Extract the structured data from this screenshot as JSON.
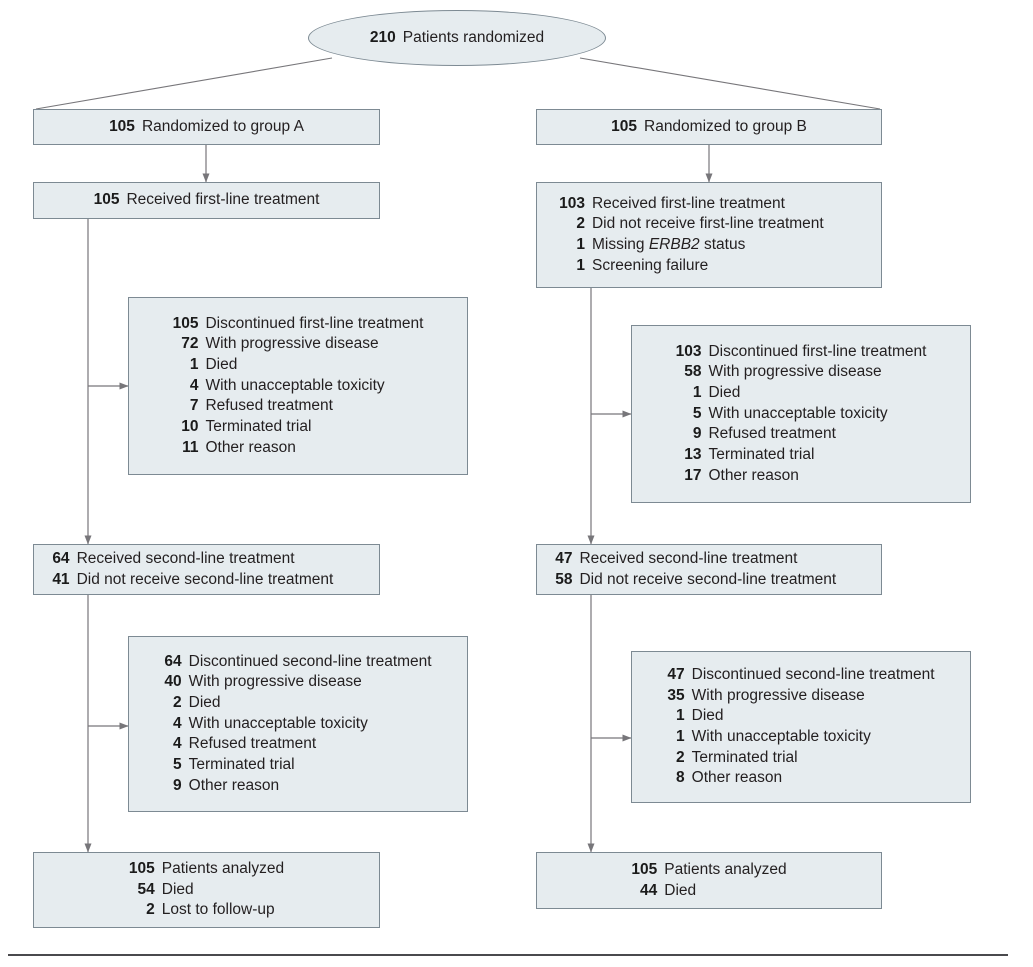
{
  "diagram": {
    "title": "CONSORT patient flow diagram",
    "colors": {
      "box_fill": "#e6ecef",
      "box_border": "#7d8a93",
      "connector": "#77767a",
      "text": "#231f20",
      "rule": "#4a4a4d"
    },
    "top": {
      "number": "210",
      "label": "Patients randomized"
    },
    "arms": [
      {
        "arm_id": "group-a",
        "randomized": {
          "number": "105",
          "label": "Randomized to group A"
        },
        "first_line": {
          "rows": [
            {
              "number": "105",
              "label": "Received first-line treatment"
            }
          ]
        },
        "first_line_discontinued": {
          "rows": [
            {
              "number": "105",
              "label": "Discontinued first-line treatment"
            },
            {
              "number": "72",
              "label": "With progressive disease"
            },
            {
              "number": "1",
              "label": "Died"
            },
            {
              "number": "4",
              "label": "With unacceptable toxicity"
            },
            {
              "number": "7",
              "label": "Refused treatment"
            },
            {
              "number": "10",
              "label": "Terminated trial"
            },
            {
              "number": "11",
              "label": "Other reason"
            }
          ]
        },
        "second_line": {
          "rows": [
            {
              "number": "64",
              "label": "Received second-line treatment"
            },
            {
              "number": "41",
              "label": "Did not receive second-line treatment"
            }
          ]
        },
        "second_line_discontinued": {
          "rows": [
            {
              "number": "64",
              "label": "Discontinued second-line treatment"
            },
            {
              "number": "40",
              "label": "With progressive disease"
            },
            {
              "number": "2",
              "label": "Died"
            },
            {
              "number": "4",
              "label": "With unacceptable toxicity"
            },
            {
              "number": "4",
              "label": "Refused treatment"
            },
            {
              "number": "5",
              "label": "Terminated trial"
            },
            {
              "number": "9",
              "label": "Other reason"
            }
          ]
        },
        "analyzed": {
          "rows": [
            {
              "number": "105",
              "label": "Patients analyzed"
            },
            {
              "number": "54",
              "label": "Died"
            },
            {
              "number": "2",
              "label": "Lost to follow-up"
            }
          ]
        }
      },
      {
        "arm_id": "group-b",
        "randomized": {
          "number": "105",
          "label": "Randomized to group B"
        },
        "first_line": {
          "rows": [
            {
              "number": "103",
              "label": "Received first-line treatment"
            },
            {
              "number": "2",
              "label": "Did not receive first-line treatment"
            },
            {
              "number": "1",
              "label": "Missing ERBB2 status",
              "label_italic_part": "ERBB2"
            },
            {
              "number": "1",
              "label": "Screening failure"
            }
          ]
        },
        "first_line_discontinued": {
          "rows": [
            {
              "number": "103",
              "label": "Discontinued first-line treatment"
            },
            {
              "number": "58",
              "label": "With progressive disease"
            },
            {
              "number": "1",
              "label": "Died"
            },
            {
              "number": "5",
              "label": "With unacceptable toxicity"
            },
            {
              "number": "9",
              "label": "Refused treatment"
            },
            {
              "number": "13",
              "label": "Terminated trial"
            },
            {
              "number": "17",
              "label": "Other reason"
            }
          ]
        },
        "second_line": {
          "rows": [
            {
              "number": "47",
              "label": "Received second-line treatment"
            },
            {
              "number": "58",
              "label": "Did not receive second-line treatment"
            }
          ]
        },
        "second_line_discontinued": {
          "rows": [
            {
              "number": "47",
              "label": "Discontinued second-line treatment"
            },
            {
              "number": "35",
              "label": "With progressive disease"
            },
            {
              "number": "1",
              "label": "Died"
            },
            {
              "number": "1",
              "label": "With unacceptable toxicity"
            },
            {
              "number": "2",
              "label": "Terminated trial"
            },
            {
              "number": "8",
              "label": "Other reason"
            }
          ]
        },
        "analyzed": {
          "rows": [
            {
              "number": "105",
              "label": "Patients analyzed"
            },
            {
              "number": "44",
              "label": "Died"
            }
          ]
        }
      }
    ]
  }
}
